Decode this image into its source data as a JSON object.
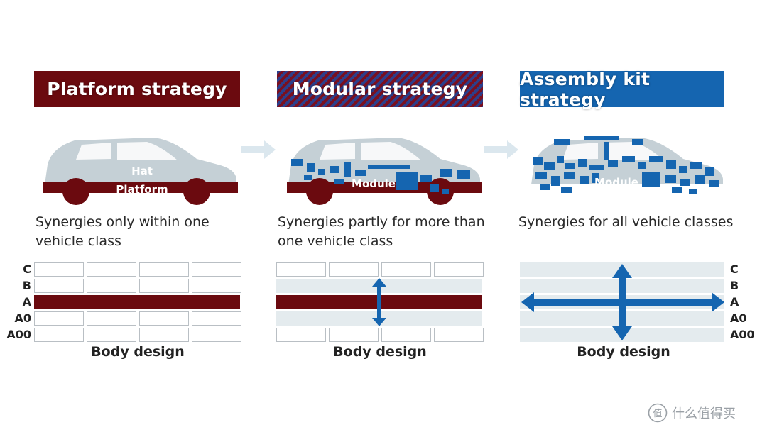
{
  "columns": [
    {
      "id": "platform",
      "title": "Platform strategy",
      "car_labels": [
        "Hat",
        "Platform"
      ],
      "caption": [
        "Synergies only within one",
        "vehicle class"
      ],
      "axis_label": "Body design"
    },
    {
      "id": "modular",
      "title": "Modular strategy",
      "car_labels": [
        "Module"
      ],
      "caption": [
        "Synergies partly for more than",
        "one vehicle class"
      ],
      "axis_label": "Body design"
    },
    {
      "id": "assembly",
      "title": "Assembly kit strategy",
      "car_labels": [
        "Module"
      ],
      "caption": [
        "Synergies for all vehicle classes"
      ],
      "axis_label": "Body design"
    }
  ],
  "vehicle_classes": [
    "C",
    "B",
    "A",
    "A0",
    "A00"
  ],
  "watermark": {
    "logo_text": "值",
    "text": "什么值得买"
  },
  "colors": {
    "platform_red": "#6b0a0f",
    "modular_blue": "#2b3f8c",
    "assembly_blue": "#1565b0",
    "car_gray": "#c5d0d6",
    "band_gray": "#e4ebee",
    "next_arrow": "#dbe7ee"
  }
}
